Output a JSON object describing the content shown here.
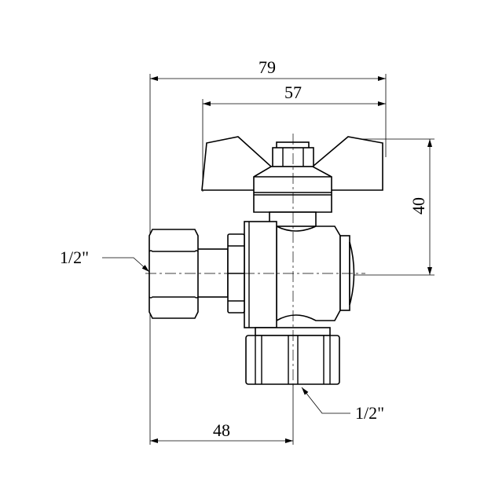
{
  "dimensions": {
    "overall_width": "79",
    "handle_width": "57",
    "height_to_axis": "40",
    "axis_offset": "48",
    "side_thread": "1/2\"",
    "bottom_thread": "1/2\""
  }
}
